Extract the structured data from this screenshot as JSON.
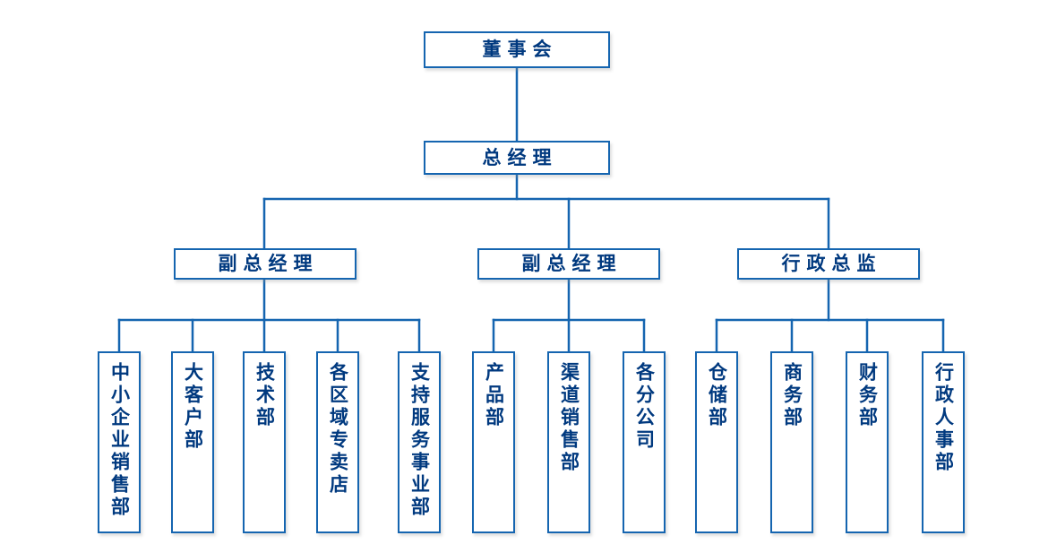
{
  "chart_data": {
    "type": "diagram",
    "diagram_kind": "organization-chart",
    "title": "",
    "orientation": "top-down",
    "colors": {
      "box_border": "#1565b0",
      "connector": "#1565b0",
      "text": "#00397f",
      "background": "#ffffff"
    },
    "levels": [
      {
        "level": 1,
        "nodes": [
          "board"
        ]
      },
      {
        "level": 2,
        "nodes": [
          "gm"
        ]
      },
      {
        "level": 3,
        "nodes": [
          "vgm1",
          "vgm2",
          "admin_director"
        ]
      },
      {
        "level": 4,
        "nodes": [
          "sme_sales",
          "key_account",
          "tech",
          "regional_stores",
          "support_service",
          "product",
          "channel_sales",
          "branches",
          "warehouse",
          "business",
          "finance",
          "admin_hr"
        ]
      }
    ],
    "edges": [
      {
        "from": "board",
        "to": "gm"
      },
      {
        "from": "gm",
        "to": "vgm1"
      },
      {
        "from": "gm",
        "to": "vgm2"
      },
      {
        "from": "gm",
        "to": "admin_director"
      },
      {
        "from": "vgm1",
        "to": "sme_sales"
      },
      {
        "from": "vgm1",
        "to": "key_account"
      },
      {
        "from": "vgm1",
        "to": "tech"
      },
      {
        "from": "vgm1",
        "to": "regional_stores"
      },
      {
        "from": "vgm1",
        "to": "support_service"
      },
      {
        "from": "vgm2",
        "to": "product"
      },
      {
        "from": "vgm2",
        "to": "channel_sales"
      },
      {
        "from": "vgm2",
        "to": "branches"
      },
      {
        "from": "admin_director",
        "to": "warehouse"
      },
      {
        "from": "admin_director",
        "to": "business"
      },
      {
        "from": "admin_director",
        "to": "finance"
      },
      {
        "from": "admin_director",
        "to": "admin_hr"
      }
    ]
  },
  "nodes": {
    "board": {
      "label": "董事会",
      "text_direction": "horizontal"
    },
    "gm": {
      "label": "总经理",
      "text_direction": "horizontal"
    },
    "vgm1": {
      "label": "副总经理",
      "text_direction": "horizontal"
    },
    "vgm2": {
      "label": "副总经理",
      "text_direction": "horizontal"
    },
    "admin_director": {
      "label": "行政总监",
      "text_direction": "horizontal"
    },
    "sme_sales": {
      "label": "中小企业销售部",
      "text_direction": "vertical"
    },
    "key_account": {
      "label": "大客户部",
      "text_direction": "vertical"
    },
    "tech": {
      "label": "技术部",
      "text_direction": "vertical"
    },
    "regional_stores": {
      "label": "各区域专卖店",
      "text_direction": "vertical"
    },
    "support_service": {
      "label": "支持服务事业部",
      "text_direction": "vertical"
    },
    "product": {
      "label": "产品部",
      "text_direction": "vertical"
    },
    "channel_sales": {
      "label": "渠道销售部",
      "text_direction": "vertical"
    },
    "branches": {
      "label": "各分公司",
      "text_direction": "vertical"
    },
    "warehouse": {
      "label": "仓储部",
      "text_direction": "vertical"
    },
    "business": {
      "label": "商务部",
      "text_direction": "vertical"
    },
    "finance": {
      "label": "财务部",
      "text_direction": "vertical"
    },
    "admin_hr": {
      "label": "行政人事部",
      "text_direction": "vertical"
    }
  }
}
